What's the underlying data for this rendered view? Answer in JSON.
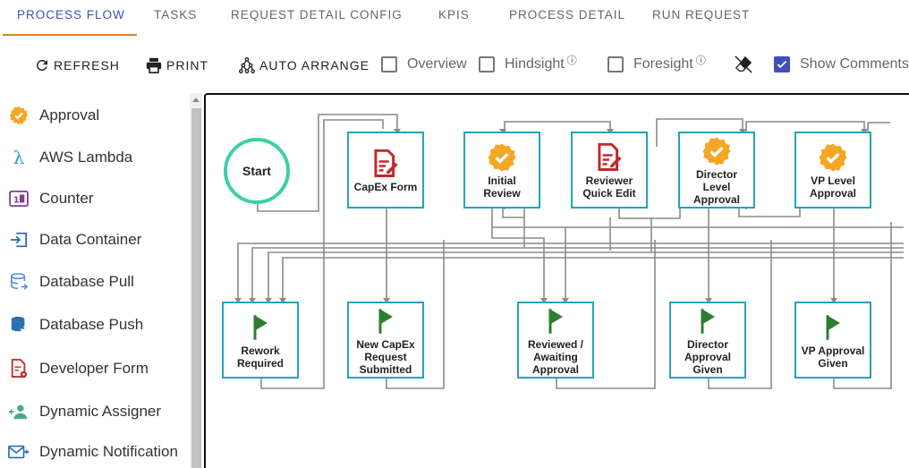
{
  "tabs": [
    "Process Flow",
    "Tasks",
    "Request Detail Config",
    "KPIs",
    "Process Detail",
    "Run Request"
  ],
  "toolbar": {
    "refresh": "Refresh",
    "print": "Print",
    "auto_arrange": "Auto Arrange",
    "overview": "Overview",
    "hindsight": "Hindsight",
    "foresight": "Foresight",
    "show_comments": "Show Comments",
    "info_glyph": "ⓘ",
    "show_comments_checked": true
  },
  "sidebar": {
    "items": [
      {
        "label": "Approval",
        "icon": "approval-badge-icon"
      },
      {
        "label": "AWS Lambda",
        "icon": "lambda-icon"
      },
      {
        "label": "Counter",
        "icon": "counter-icon"
      },
      {
        "label": "Data Container",
        "icon": "data-container-icon"
      },
      {
        "label": "Database Pull",
        "icon": "database-pull-icon"
      },
      {
        "label": "Database Push",
        "icon": "database-push-icon"
      },
      {
        "label": "Developer Form",
        "icon": "developer-form-icon"
      },
      {
        "label": "Dynamic Assigner",
        "icon": "dynamic-assigner-icon"
      },
      {
        "label": "Dynamic Notification",
        "icon": "dynamic-notification-icon"
      }
    ]
  },
  "flow": {
    "start": "Start",
    "nodes": [
      {
        "label": "CapEx Form",
        "icon": "form-icon"
      },
      {
        "label": "Initial Review",
        "icon": "approval-badge-icon"
      },
      {
        "label": "Reviewer Quick Edit",
        "icon": "form-icon"
      },
      {
        "label": "Director Level Approval",
        "icon": "approval-badge-icon"
      },
      {
        "label": "VP Level Approval",
        "icon": "approval-badge-icon"
      },
      {
        "label": "Rework Required",
        "icon": "flag-icon"
      },
      {
        "label": "New CapEx Request Submitted",
        "icon": "flag-icon"
      },
      {
        "label": "Reviewed / Awaiting Approval",
        "icon": "flag-icon"
      },
      {
        "label": "Director Approval Given",
        "icon": "flag-icon"
      },
      {
        "label": "VP Approval Given",
        "icon": "flag-icon"
      }
    ]
  },
  "colors": {
    "accent": "#3f51b5",
    "tab_underline": "#d9822b",
    "node_border": "#26a3b9",
    "start_border": "#3ecfa7",
    "approval_orange": "#f5a623",
    "form_red": "#c62828",
    "flag_green": "#2e7d32",
    "wire": "#8a8a8a"
  }
}
